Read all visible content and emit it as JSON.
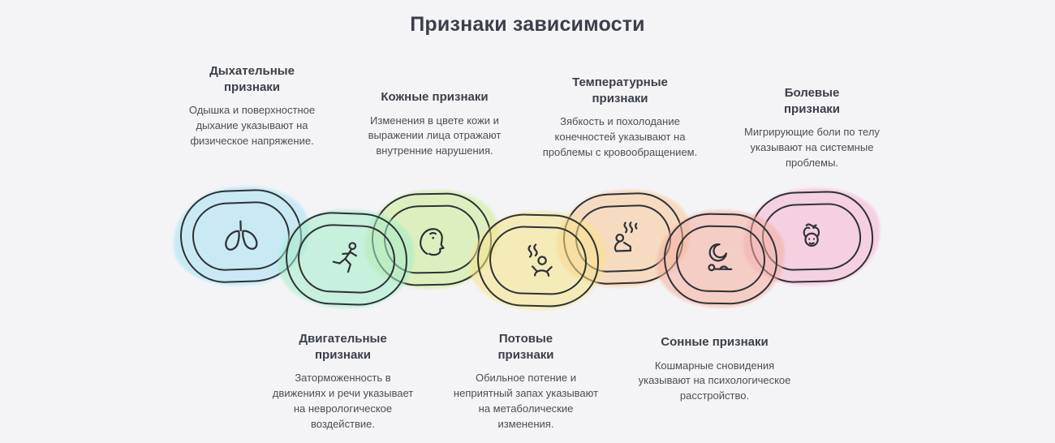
{
  "title": "Признаки зависимости",
  "colors": {
    "background": "#f4f4f6",
    "ink": "#2e3136",
    "heading": "#3b3f48",
    "body_text": "#4a4e57"
  },
  "links": [
    {
      "label": "Дыхательные признаки",
      "description": "Одышка и поверхностное дыхание указывают на физическое напряжение.",
      "color": "#a6e1f4",
      "icon": "lungs-icon"
    },
    {
      "label": "Двигательные признаки",
      "description": "Заторможенность в движениях и речи указывает на неврологическое воздействие.",
      "color": "#a4edc9",
      "icon": "running-person-icon"
    },
    {
      "label": "Кожные признаки",
      "description": "Изменения в цвете кожи и выражении лица отражают внутренние нарушения.",
      "color": "#cdec93",
      "icon": "head-profile-icon"
    },
    {
      "label": "Потовые признаки",
      "description": "Обильное потение и неприятный запах указывают на метаболические изменения.",
      "color": "#f6e488",
      "icon": "sweating-person-icon"
    },
    {
      "label": "Температурные признаки",
      "description": "Зябкость и похолодание конечностей указывают на проблемы с кровообращением.",
      "color": "#f9c897",
      "icon": "chills-person-icon"
    },
    {
      "label": "Сонные признаки",
      "description": "Кошмарные сновидения указывают на психологическое расстройство.",
      "color": "#f4ae9d",
      "icon": "sleep-moon-icon"
    },
    {
      "label": "Болевые признаки",
      "description": "Мигрирующие боли по телу указывают на системные проблемы.",
      "color": "#f6b3d0",
      "icon": "headache-person-icon"
    }
  ]
}
